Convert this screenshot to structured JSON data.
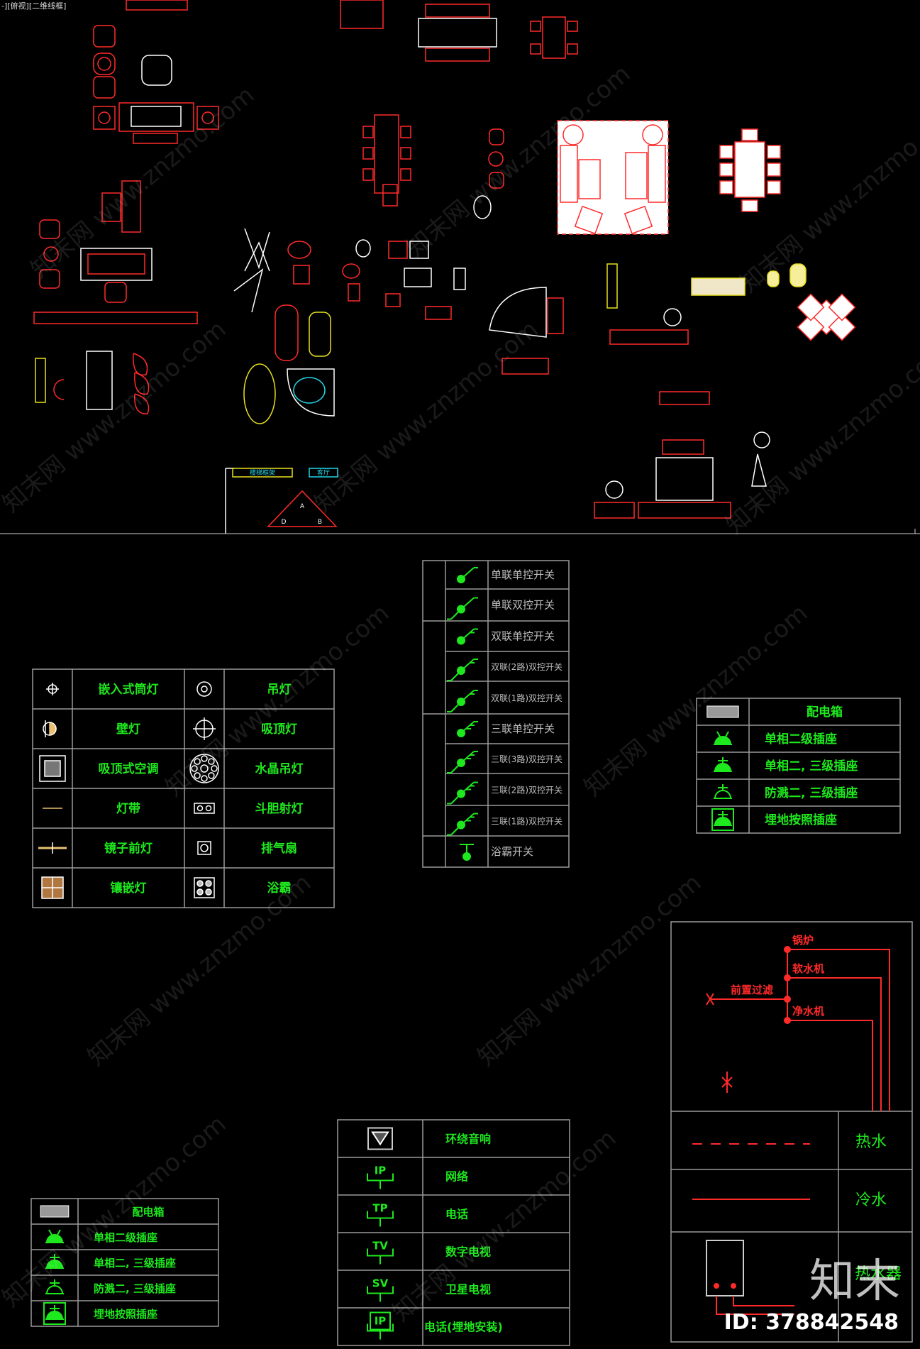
{
  "viewport_label": "-][俯视][二维线框]",
  "lighting_legend": [
    {
      "left_icon": "recessed-downlight-icon",
      "left_label": "嵌入式筒灯",
      "right_icon": "pendant-lamp-icon",
      "right_label": "吊灯"
    },
    {
      "left_icon": "wall-lamp-icon",
      "left_label": "壁灯",
      "right_icon": "ceiling-lamp-icon",
      "right_label": "吸顶灯"
    },
    {
      "left_icon": "ceiling-ac-icon",
      "left_label": "吸顶式空调",
      "right_icon": "crystal-chandelier-icon",
      "right_label": "水晶吊灯"
    },
    {
      "left_icon": "light-strip-icon",
      "left_label": "灯带",
      "right_icon": "grille-spotlight-icon",
      "right_label": "斗胆射灯"
    },
    {
      "left_icon": "mirror-light-icon",
      "left_label": "镜子前灯",
      "right_icon": "exhaust-fan-icon",
      "right_label": "排气扇"
    },
    {
      "left_icon": "inlay-light-icon",
      "left_label": "镶嵌灯",
      "right_icon": "bath-heater-icon",
      "right_label": "浴霸"
    }
  ],
  "switch_legend": [
    {
      "label": "单联单控开关"
    },
    {
      "label": "单联双控开关"
    },
    {
      "label": "双联单控开关"
    },
    {
      "label": "双联(2路)双控开关"
    },
    {
      "label": "双联(1路)双控开关"
    },
    {
      "label": "三联单控开关"
    },
    {
      "label": "三联(3路)双控开关"
    },
    {
      "label": "三联(2路)双控开关"
    },
    {
      "label": "三联(1路)双控开关"
    },
    {
      "label": "浴霸开关"
    }
  ],
  "socket_legend": {
    "title": "配电箱",
    "rows": [
      {
        "icon": "two-pin-socket-icon",
        "label": "单相二级插座"
      },
      {
        "icon": "two-three-pin-socket-icon",
        "label": "单相二, 三级插座"
      },
      {
        "icon": "splashproof-socket-icon",
        "label": "防溅二, 三级插座"
      },
      {
        "icon": "floor-socket-icon",
        "label": "埋地按照插座"
      }
    ]
  },
  "weak_current_legend": [
    {
      "icon_text": "",
      "label": "环绕音响"
    },
    {
      "icon_text": "IP",
      "label": "网络"
    },
    {
      "icon_text": "TP",
      "label": "电话"
    },
    {
      "icon_text": "TV",
      "label": "数字电视"
    },
    {
      "icon_text": "SV",
      "label": "卫星电视"
    },
    {
      "icon_text": "IP",
      "label": "电话(埋地安装)"
    }
  ],
  "water_legend": {
    "labels": {
      "boiler": "锅炉",
      "softener": "软水机",
      "prefilter": "前置过滤",
      "purifier": "净水机"
    },
    "rows": [
      {
        "label": "热水",
        "style": "dashed"
      },
      {
        "label": "冷水",
        "style": "solid"
      },
      {
        "label": "热水器",
        "style": "device"
      }
    ]
  },
  "stair_labels": {
    "a": "楼梯框架",
    "b": "客厅",
    "letters": [
      "A",
      "B",
      "D"
    ]
  },
  "watermark_text": "知末网 www.znzmo.com",
  "brand_text": "知末",
  "brand_id": "ID: 378842548",
  "colors": {
    "cad_red": "#ff2a2a",
    "cad_green": "#1ee81e",
    "cad_white": "#ffffff",
    "cad_yellow": "#e8e020",
    "cad_cyan": "#22d6e8",
    "grid": "#9a9a9a"
  }
}
